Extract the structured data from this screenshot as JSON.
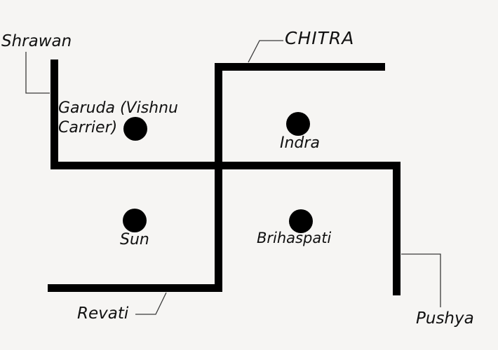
{
  "figure": {
    "type": "swastika-nakshatra-diagram",
    "background_color": "#f6f5f3",
    "line_color": "#000000",
    "leader_color": "#3a3a3a",
    "text_color": "#111111",
    "arms": [
      {
        "id": "shrawan",
        "label": "Shrawan",
        "position": "top-left-vertical"
      },
      {
        "id": "chitra",
        "label": "CHITRA",
        "position": "top-right-horizontal"
      },
      {
        "id": "revati",
        "label": "Revati",
        "position": "bottom-left-horizontal"
      },
      {
        "id": "pushya",
        "label": "Pushya",
        "position": "bottom-right-vertical"
      }
    ],
    "points": [
      {
        "id": "garuda",
        "label": "Garuda (Vishnu Carrier)",
        "label_lines": [
          "Garuda (Vishnu",
          "Carrier)"
        ],
        "quadrant": "upper-left"
      },
      {
        "id": "indra",
        "label": "Indra",
        "quadrant": "upper-right"
      },
      {
        "id": "sun",
        "label": "Sun",
        "quadrant": "lower-left"
      },
      {
        "id": "brihaspati",
        "label": "Brihaspati",
        "quadrant": "lower-right"
      }
    ]
  }
}
